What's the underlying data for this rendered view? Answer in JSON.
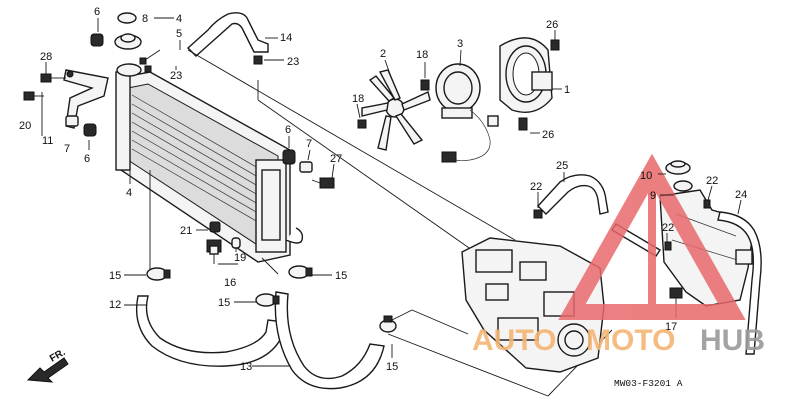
{
  "diagram": {
    "code": "MW03-F3201 A",
    "direction_label": "FR.",
    "callouts": [
      {
        "id": "c1",
        "label": "1"
      },
      {
        "id": "c2",
        "label": "2"
      },
      {
        "id": "c3",
        "label": "3"
      },
      {
        "id": "c4a",
        "label": "4"
      },
      {
        "id": "c4b",
        "label": "4"
      },
      {
        "id": "c5",
        "label": "5"
      },
      {
        "id": "c6a",
        "label": "6"
      },
      {
        "id": "c6b",
        "label": "6"
      },
      {
        "id": "c6c",
        "label": "6"
      },
      {
        "id": "c7a",
        "label": "7"
      },
      {
        "id": "c7b",
        "label": "7"
      },
      {
        "id": "c8",
        "label": "8"
      },
      {
        "id": "c9",
        "label": "9"
      },
      {
        "id": "c10",
        "label": "10"
      },
      {
        "id": "c11",
        "label": "11"
      },
      {
        "id": "c12",
        "label": "12"
      },
      {
        "id": "c13",
        "label": "13"
      },
      {
        "id": "c14",
        "label": "14"
      },
      {
        "id": "c15a",
        "label": "15"
      },
      {
        "id": "c15b",
        "label": "15"
      },
      {
        "id": "c15c",
        "label": "15"
      },
      {
        "id": "c15d",
        "label": "15"
      },
      {
        "id": "c16",
        "label": "16"
      },
      {
        "id": "c17",
        "label": "17"
      },
      {
        "id": "c18a",
        "label": "18"
      },
      {
        "id": "c18b",
        "label": "18"
      },
      {
        "id": "c19",
        "label": "19"
      },
      {
        "id": "c20",
        "label": "20"
      },
      {
        "id": "c21",
        "label": "21"
      },
      {
        "id": "c22a",
        "label": "22"
      },
      {
        "id": "c22b",
        "label": "22"
      },
      {
        "id": "c22c",
        "label": "22"
      },
      {
        "id": "c23a",
        "label": "23"
      },
      {
        "id": "c23b",
        "label": "23"
      },
      {
        "id": "c24",
        "label": "24"
      },
      {
        "id": "c25",
        "label": "25"
      },
      {
        "id": "c26a",
        "label": "26"
      },
      {
        "id": "c26b",
        "label": "26"
      },
      {
        "id": "c27",
        "label": "27"
      },
      {
        "id": "c28",
        "label": "28"
      }
    ]
  },
  "watermark": {
    "brand_part_a": "AUTO",
    "brand_part_b": "MOTO",
    "brand_part_c": "HUB",
    "color_triangle": "#e8696b",
    "color_text_warm": "#f3b574",
    "color_text_gray": "#9a9a9a"
  },
  "colors": {
    "ink": "#1a1a1a",
    "background": "#ffffff"
  }
}
